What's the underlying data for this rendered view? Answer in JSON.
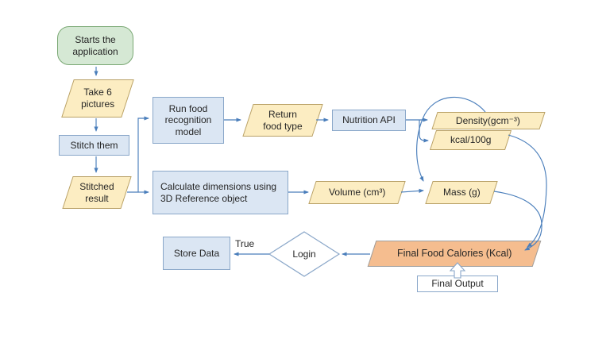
{
  "colors": {
    "green-fill": "#d5e8d4",
    "green-stroke": "#7aa874",
    "yellow-fill": "#fcedc2",
    "yellow-stroke": "#b9a167",
    "blue-fill": "#dbe6f3",
    "blue-stroke": "#8aa7c9",
    "orange-fill": "#f5bd8f",
    "orange-stroke": "#9e9e9e",
    "arrow": "#4a7ebb",
    "text": "#262626",
    "white-fill": "#ffffff"
  },
  "nodes": {
    "start": {
      "label": "Starts the application",
      "type": "terminator"
    },
    "take_pictures": {
      "label": "Take 6 pictures",
      "type": "io"
    },
    "stitch_them": {
      "label": "Stitch them",
      "type": "process"
    },
    "stitched_result": {
      "label": "Stitched result",
      "type": "io"
    },
    "run_food_model": {
      "label": "Run food recognition model",
      "type": "process"
    },
    "return_food_type": {
      "label": "Return food type",
      "type": "io"
    },
    "nutrition_api": {
      "label": "Nutrition API",
      "type": "process"
    },
    "density": {
      "label": "Density(gcm⁻³)",
      "type": "io"
    },
    "kcal_per_100g": {
      "label": "kcal/100g",
      "type": "io"
    },
    "calculate_dimensions": {
      "label": "Calculate dimensions using 3D Reference object",
      "type": "process"
    },
    "volume": {
      "label": "Volume (cm³)",
      "type": "io"
    },
    "mass": {
      "label": "Mass (g)",
      "type": "io"
    },
    "final_food_calories": {
      "label": "Final Food Calories (Kcal)",
      "type": "io-result"
    },
    "login": {
      "label": "Login",
      "type": "decision"
    },
    "store_data": {
      "label": "Store Data",
      "type": "process"
    },
    "final_output": {
      "label": "Final Output",
      "type": "annotation"
    }
  },
  "edge_labels": {
    "login_true": "True"
  }
}
